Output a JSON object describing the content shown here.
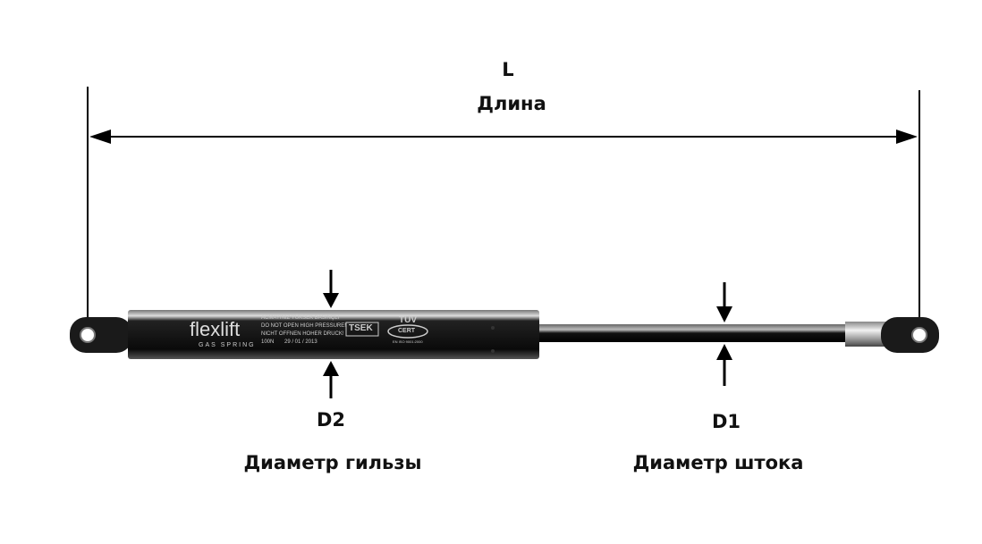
{
  "length": {
    "symbol": "L",
    "label": "Длина"
  },
  "body_diameter": {
    "symbol": "D2",
    "label": "Диаметр гильзы"
  },
  "rod_diameter": {
    "symbol": "D1",
    "label": "Диаметр штока"
  },
  "product": {
    "brand": "flexlift",
    "subtitle": "GAS SPRING",
    "warnings": [
      "ACMAYINIZ YÜKSEK BASINÇLI",
      "DO NOT OPEN HIGH PRESSURE!",
      "NICHT OFFNEN HOHER DRUCK!"
    ],
    "force": "100N",
    "date": "29 / 01 / 2013",
    "tsek": "TSEK",
    "tuv": "TÜV",
    "cert": "CERT",
    "iso": "EN ISO 9001:2000"
  }
}
